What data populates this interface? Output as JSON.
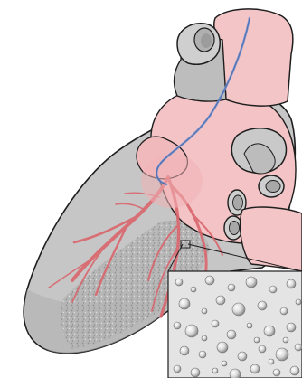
{
  "figure": {
    "background": "#ffffff",
    "colors": {
      "heart_fill": "#c9c9c9",
      "heart_shade": "#a9a9a9",
      "outline": "#1e1e1e",
      "aorta_pink": "#f4c4c6",
      "overlay_pink": "#f1b3b6",
      "coronary_artery": "#d9666d",
      "catheter": "#6f8fcf",
      "inset_bg": "#e4e4e4",
      "microsphere": "#ededed"
    },
    "icons": {
      "catheter": "catheter-line",
      "heart": "heart-illustration",
      "microspheres": "microsphere-particles",
      "magnifier": "callout-lines"
    }
  }
}
